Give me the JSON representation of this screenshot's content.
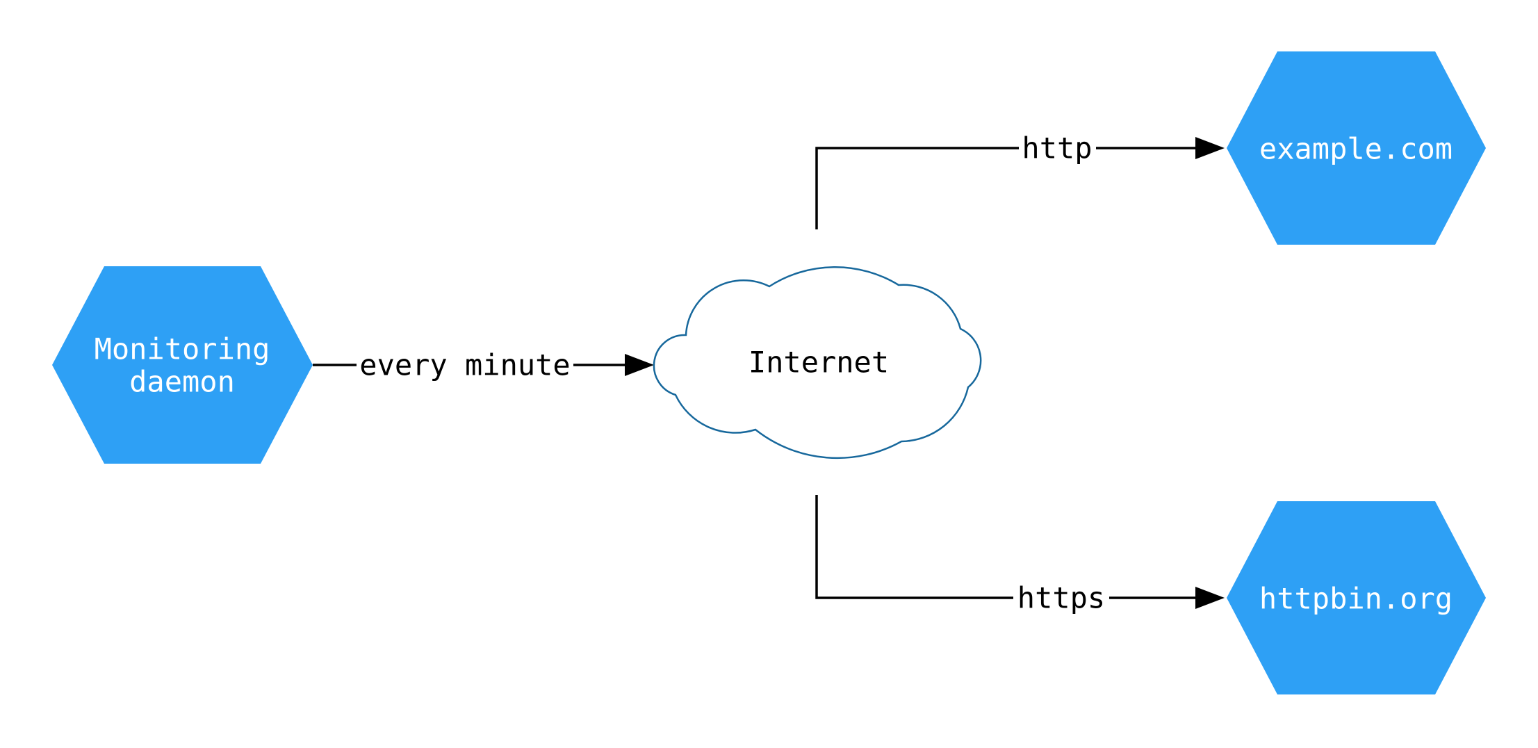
{
  "diagram": {
    "type": "network-topology",
    "background": "#FFFFFF",
    "colors": {
      "node_fill": "#2EA0F5",
      "node_label": "#FFFFFF",
      "cloud_fill": "#FFFFFF",
      "cloud_stroke": "#17689C",
      "edge": "#000000",
      "edge_label": "#000000"
    },
    "nodes": {
      "monitoring_daemon": {
        "shape": "hexagon",
        "lines": [
          "Monitoring",
          "daemon"
        ]
      },
      "internet": {
        "shape": "cloud",
        "label": "Internet"
      },
      "example_com": {
        "shape": "hexagon",
        "label": "example.com"
      },
      "httpbin_org": {
        "shape": "hexagon",
        "label": "httpbin.org"
      }
    },
    "edges": {
      "monitoring_to_internet": {
        "from": "monitoring_daemon",
        "to": "internet",
        "label": "every minute",
        "arrow": "filled-triangle"
      },
      "internet_to_example": {
        "from": "internet",
        "to": "example_com",
        "label": "http",
        "arrow": "filled-triangle"
      },
      "internet_to_httpbin": {
        "from": "internet",
        "to": "httpbin_org",
        "label": "https",
        "arrow": "filled-triangle"
      }
    }
  }
}
